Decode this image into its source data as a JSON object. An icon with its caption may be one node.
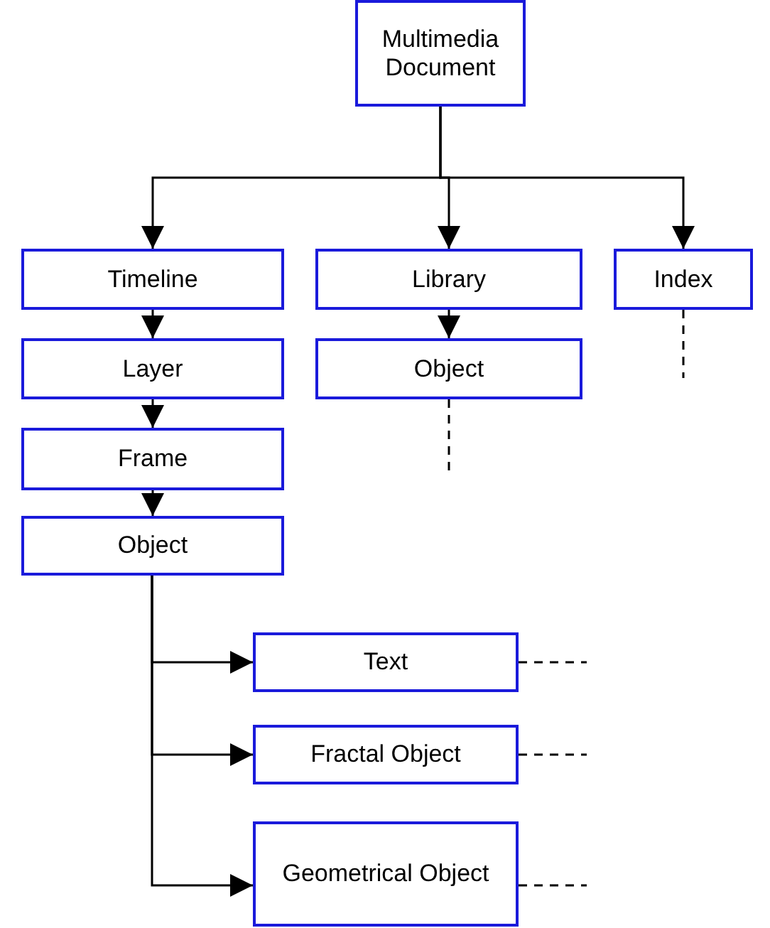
{
  "diagram": {
    "nodes": [
      {
        "text": [
          "Multimedia Document"
        ]
      },
      {
        "text": [
          "Timeline"
        ]
      },
      {
        "text": [
          "Library"
        ]
      },
      {
        "text": [
          "Index"
        ]
      },
      {
        "text": [
          "Layer"
        ]
      },
      {
        "text": [
          "Object"
        ]
      },
      {
        "text": [
          "Frame"
        ]
      },
      {
        "text": [
          "Object"
        ]
      },
      {
        "text": [
          "Text"
        ]
      },
      {
        "text": [
          "Fractal Object"
        ]
      },
      {
        "text": [
          "Geometrical Object"
        ]
      }
    ],
    "edges": [
      {
        "from": 0,
        "to": 1,
        "arrow": "to"
      },
      {
        "from": 0,
        "to": 2,
        "arrow": "to"
      },
      {
        "from": 0,
        "to": 3,
        "arrow": "to"
      },
      {
        "from": 1,
        "to": 4,
        "arrow": "to"
      },
      {
        "from": 2,
        "to": 5,
        "arrow": "to"
      },
      {
        "from": 4,
        "to": 6,
        "arrow": "to"
      },
      {
        "from": 6,
        "to": 7,
        "arrow": "to"
      },
      {
        "from": 7,
        "to": 8,
        "arrow": "to"
      },
      {
        "from": 7,
        "to": 9,
        "arrow": "to"
      },
      {
        "from": 7,
        "to": 10,
        "arrow": "to"
      },
      {
        "from": 3,
        "to": null,
        "arrow": "none",
        "style": "dashed"
      },
      {
        "from": 5,
        "to": null,
        "arrow": "none",
        "style": "dashed"
      },
      {
        "from": 8,
        "to": null,
        "arrow": "none",
        "style": "dashed"
      },
      {
        "from": 9,
        "to": null,
        "arrow": "none",
        "style": "dashed"
      },
      {
        "from": 10,
        "to": null,
        "arrow": "none",
        "style": "dashed"
      }
    ]
  }
}
